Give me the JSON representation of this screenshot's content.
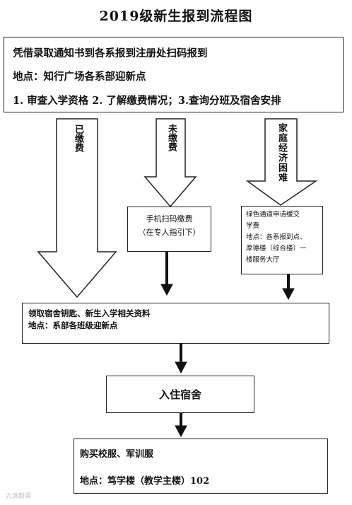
{
  "title": "2019级新生报到流程图",
  "top_box": {
    "line1": "凭借录取通知书到各系报到注册处扫码报到",
    "line2": "地点：知行广场各系部迎新点",
    "line3": "1. 审查入学资格 2. 了解缴费情况；3.查询分班及宿舍安排"
  },
  "branches": {
    "paid": "已缴费",
    "unpaid": "未缴费",
    "hardship": "家庭经济困难"
  },
  "unpaid_box": {
    "line1": "手机扫码缴费",
    "line2": "（在专人指引下）"
  },
  "hardship_box": {
    "line1": "绿色通道申请缓交",
    "line2": "学费",
    "line3": "地点：各系报到点、",
    "line4": "厚德楼（综合楼）一",
    "line5": "楼服务大厅"
  },
  "collect_box": {
    "line1": "领取宿舍钥匙、新生入学相关资料",
    "line2": "地点：系部各班级迎新点"
  },
  "dorm_box": {
    "label": "入住宿舍"
  },
  "uniform_box": {
    "line1": "购买校服、军训服",
    "line2": "地点：笃学楼（教学主楼）102"
  },
  "watermark": "九派新闻"
}
